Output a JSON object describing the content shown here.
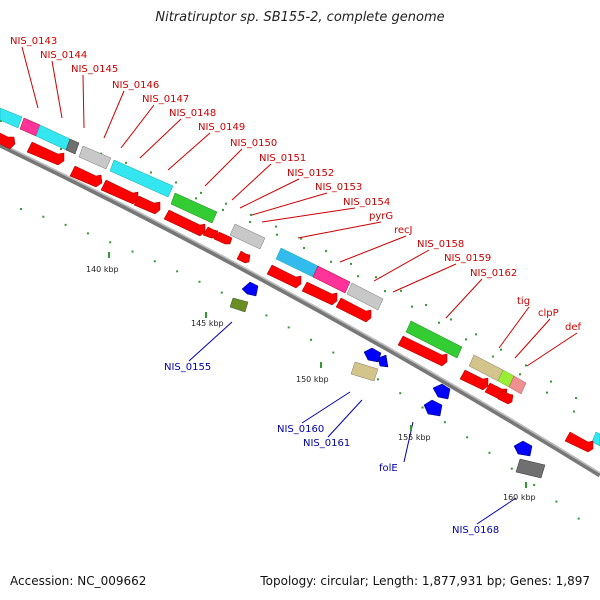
{
  "title": "Nitratiruptor sp. SB155-2, complete genome",
  "footer": {
    "accession": "Accession: NC_009662",
    "summary": "Topology: circular; Length: 1,877,931 bp; Genes: 1,897"
  },
  "colors": {
    "forward_cds": "#ff0000",
    "reverse_cds": "#0000ff",
    "forward_label": "#cc0000",
    "reverse_label": "#0000aa",
    "backbone": "#808080",
    "tick": "#339933"
  },
  "scale": {
    "unit": "kbp",
    "labels": [
      "140 kbp",
      "145 kbp",
      "150 kbp",
      "155 kbp",
      "160 kbp"
    ]
  },
  "forward_genes": [
    "NIS_0143",
    "NIS_0144",
    "NIS_0145",
    "NIS_0146",
    "NIS_0147",
    "NIS_0148",
    "NIS_0149",
    "NIS_0150",
    "NIS_0151",
    "NIS_0152",
    "NIS_0153",
    "NIS_0154",
    "pyrG",
    "recJ",
    "NIS_0158",
    "NIS_0159",
    "NIS_0162",
    "tig",
    "clpP",
    "def"
  ],
  "reverse_genes": [
    "NIS_0155",
    "NIS_0160",
    "NIS_0161",
    "folE",
    "NIS_0168"
  ]
}
